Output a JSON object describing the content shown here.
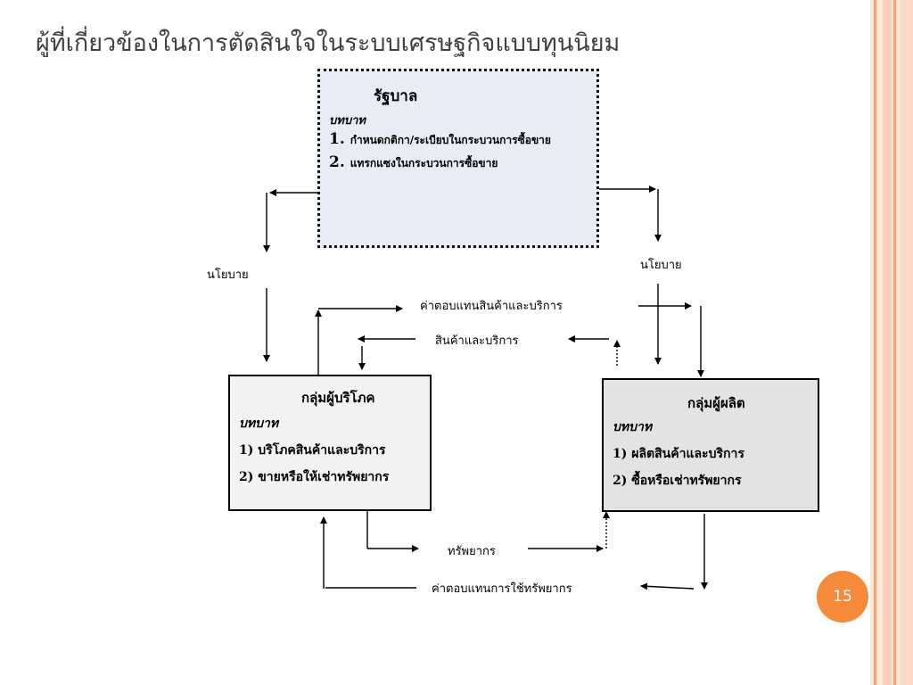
{
  "slide": {
    "title": "ผู้ที่เกี่ยวข้องในการตัดสินใจในระบบเศรษฐกิจแบบทุนนิยม",
    "page_number": "15"
  },
  "government": {
    "title": "รัฐบาล",
    "role_label": "บทบาท",
    "items": [
      {
        "num": "1.",
        "text": "กำหนดกติกา/ระเบียบในกระบวนการซื้อขาย"
      },
      {
        "num": "2.",
        "text": "แทรกแซงในกระบวนการซื้อขาย"
      }
    ]
  },
  "consumers": {
    "title": "กลุ่มผู้บริโภค",
    "role_label": "บทบาท",
    "items": [
      "1) บริโภคสินค้าและบริการ",
      "2) ขายหรือให้เช่าทรัพยากร"
    ]
  },
  "producers": {
    "title": "กลุ่มผู้ผลิต",
    "role_label": "บทบาท",
    "items": [
      "1) ผลิตสินค้าและบริการ",
      "2) ซื้อหรือเช่าทรัพยากร"
    ]
  },
  "flows": {
    "policy_left": "นโยบาย",
    "policy_right": "นโยบาย",
    "payment_goods": "ค่าตอบแทนสินค้าและบริการ",
    "goods_services": "สินค้าและบริการ",
    "resources": "ทรัพยากร",
    "payment_resources": "ค่าตอบแทนการใช้ทรัพยากร"
  },
  "colors": {
    "government_fill": "#e9ebf5",
    "consumer_fill": "#f2f2f2",
    "producer_fill": "#e3e3e3",
    "badge": "#f58a3a",
    "stripe_light": "#fbd9c6",
    "stripe_dark": "#f4a37b"
  }
}
